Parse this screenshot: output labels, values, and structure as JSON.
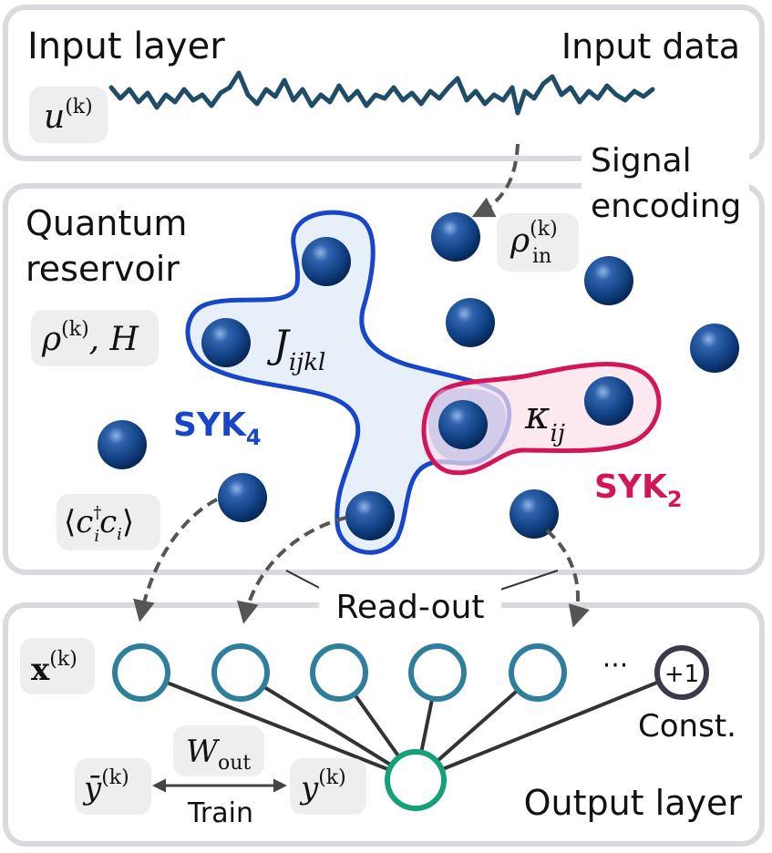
{
  "colors": {
    "panel_border": "#d9d9de",
    "badge_bg": "#eeeeee",
    "wave": "#1f4d66",
    "sphere": "#0f3f80",
    "syk4": "#1746c8",
    "syk4_fill": "#dfe9f6",
    "syk2": "#d3165a",
    "syk2_fill": "#f9e0e8",
    "node": "#2f7f9c",
    "output_node": "#16a07a",
    "bias_node": "#3a3a4a",
    "arrow": "#555555"
  },
  "input_layer": {
    "title": "Input layer",
    "data_label": "Input data",
    "symbol": {
      "base": "u",
      "sup": "(k)"
    }
  },
  "encoding": {
    "line1": "Signal",
    "line2": "encoding"
  },
  "reservoir": {
    "title_line1": "Quantum",
    "title_line2": "reservoir",
    "state_symbol": {
      "base": "ρ",
      "sup": "(k)",
      "suffix": ", H"
    },
    "input_state": {
      "base": "ρ",
      "sup": "(k)",
      "sub": "in"
    },
    "observable": {
      "open": "⟨",
      "c1": "c",
      "c1_sup": "†",
      "c1_sub": "i",
      "c2": "c",
      "c2_sub": "i",
      "close": "⟩"
    },
    "coupling4": {
      "base": "J",
      "sub": "ijkl"
    },
    "coupling2": {
      "base": "κ",
      "sub": "ij"
    },
    "syk4_label": {
      "base": "SYK",
      "sub": "4"
    },
    "syk2_label": {
      "base": "SYK",
      "sub": "2"
    }
  },
  "readout_label": "Read-out",
  "output_layer": {
    "title": "Output layer",
    "feature_symbol": {
      "base": "x",
      "sup": "(k)"
    },
    "ellipsis": "···",
    "bias_label": "+1",
    "const_label": "Const.",
    "weight_symbol": {
      "base": "W",
      "sub": "out"
    },
    "target_symbol": {
      "base": "ȳ",
      "sup": "(k)"
    },
    "prediction_symbol": {
      "base": "y",
      "sup": "(k)"
    },
    "train_label": "Train"
  }
}
